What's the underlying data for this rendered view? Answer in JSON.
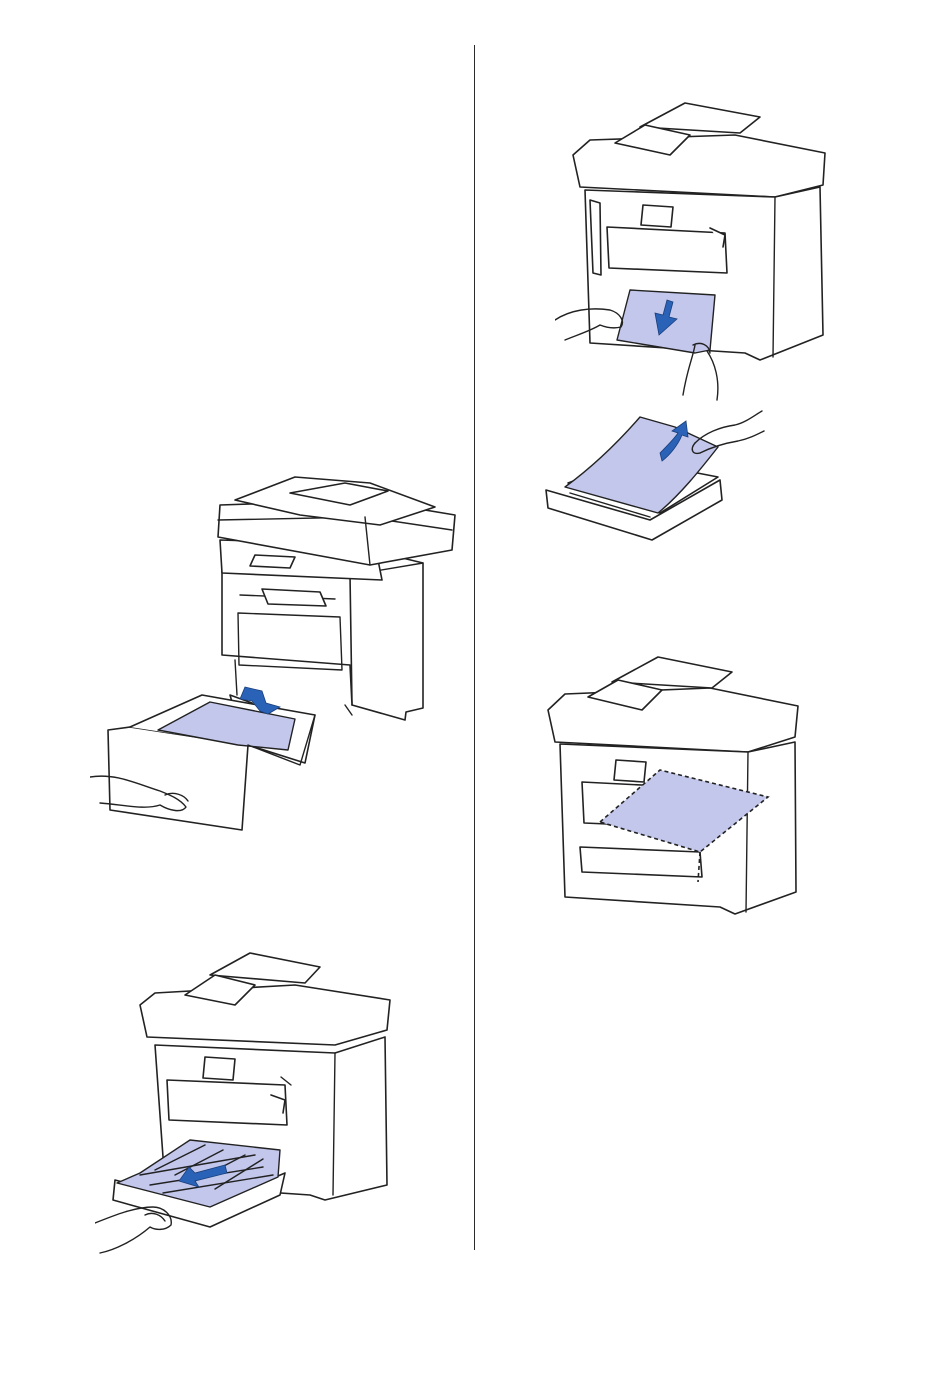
{
  "page": {
    "background": "#ffffff",
    "accent_paper": "#c3c7ec",
    "arrow_color": "#2a62b8"
  },
  "illustrations": [
    "printer-paper-tray-removal",
    "printer-duplex-tray-removal",
    "printer-rear-jam-paper-removal",
    "printer-tray-jam-paper-removal",
    "printer-jam-location-check"
  ]
}
